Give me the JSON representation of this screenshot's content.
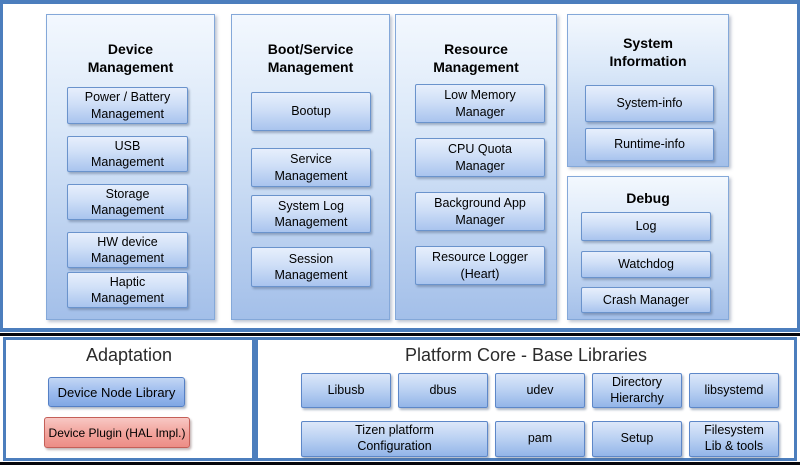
{
  "sections": {
    "device": {
      "title": "Device\nManagement",
      "items": [
        "Power / Battery\nManagement",
        "USB\nManagement",
        "Storage\nManagement",
        "HW device\nManagement",
        "Haptic\nManagement"
      ]
    },
    "boot": {
      "title": "Boot/Service\nManagement",
      "items": [
        "Bootup",
        "Service\nManagement",
        "System Log\nManagement",
        "Session\nManagement"
      ]
    },
    "resource": {
      "title": "Resource\nManagement",
      "items": [
        "Low Memory\nManager",
        "CPU Quota\nManager",
        "Background App\nManager",
        "Resource Logger\n(Heart)"
      ]
    },
    "sysinfo": {
      "title": "System\nInformation",
      "items": [
        "System-info",
        "Runtime-info"
      ]
    },
    "debug": {
      "title": "Debug",
      "items": [
        "Log",
        "Watchdog",
        "Crash Manager"
      ]
    }
  },
  "adaptation": {
    "title": "Adaptation",
    "device_node_library": "Device Node Library",
    "device_plugin": "Device Plugin (HAL Impl.)"
  },
  "platform": {
    "title": "Platform Core - Base Libraries",
    "row1": [
      "Libusb",
      "dbus",
      "udev",
      "Directory\nHierarchy",
      "libsystemd"
    ],
    "row2": [
      "Tizen platform\nConfiguration",
      "pam",
      "Setup",
      "Filesystem\nLib & tools"
    ]
  },
  "colors": {
    "panel_border": "#4c7ebd",
    "column_fill_top": "#f3f8fe",
    "column_fill_bottom": "#a3bfe9",
    "box_border": "#6a93cc",
    "box_fill_top": "#e7effc",
    "box_fill_bottom": "#a9c4ee",
    "hal_box_fill": "#ec8d86",
    "hal_box_border": "#c45f58",
    "separator_line": "#06060c"
  }
}
